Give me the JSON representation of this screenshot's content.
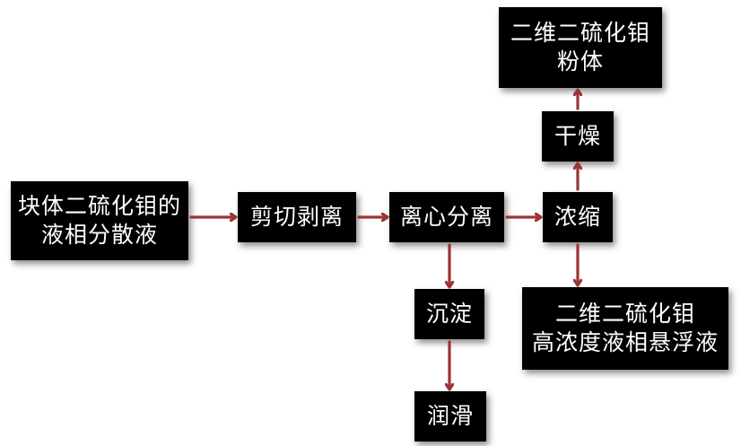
{
  "colors": {
    "box_fill": "#000000",
    "box_text": "#ffffff",
    "arrow": "#9b3535",
    "background": "#ffffff"
  },
  "nodes": {
    "bulk_mos2_dispersion": {
      "line1": "块体二硫化钼的",
      "line2": "液相分散液"
    },
    "shear_exfoliation": {
      "label": "剪切剥离"
    },
    "centrifugation": {
      "label": "离心分离"
    },
    "concentration": {
      "label": "浓缩"
    },
    "drying": {
      "label": "干燥"
    },
    "mos2_powder": {
      "line1": "二维二硫化钼",
      "line2": "粉体"
    },
    "sediment": {
      "label": "沉淀"
    },
    "lubrication": {
      "label": "润滑"
    },
    "mos2_suspension": {
      "line1": "二维二硫化钼",
      "line2": "高浓度液相悬浮液"
    }
  },
  "edges": [
    {
      "from": "bulk_mos2_dispersion",
      "to": "shear_exfoliation"
    },
    {
      "from": "shear_exfoliation",
      "to": "centrifugation"
    },
    {
      "from": "centrifugation",
      "to": "concentration"
    },
    {
      "from": "concentration",
      "to": "drying"
    },
    {
      "from": "drying",
      "to": "mos2_powder"
    },
    {
      "from": "centrifugation",
      "to": "sediment"
    },
    {
      "from": "sediment",
      "to": "lubrication"
    },
    {
      "from": "concentration",
      "to": "mos2_suspension"
    }
  ]
}
